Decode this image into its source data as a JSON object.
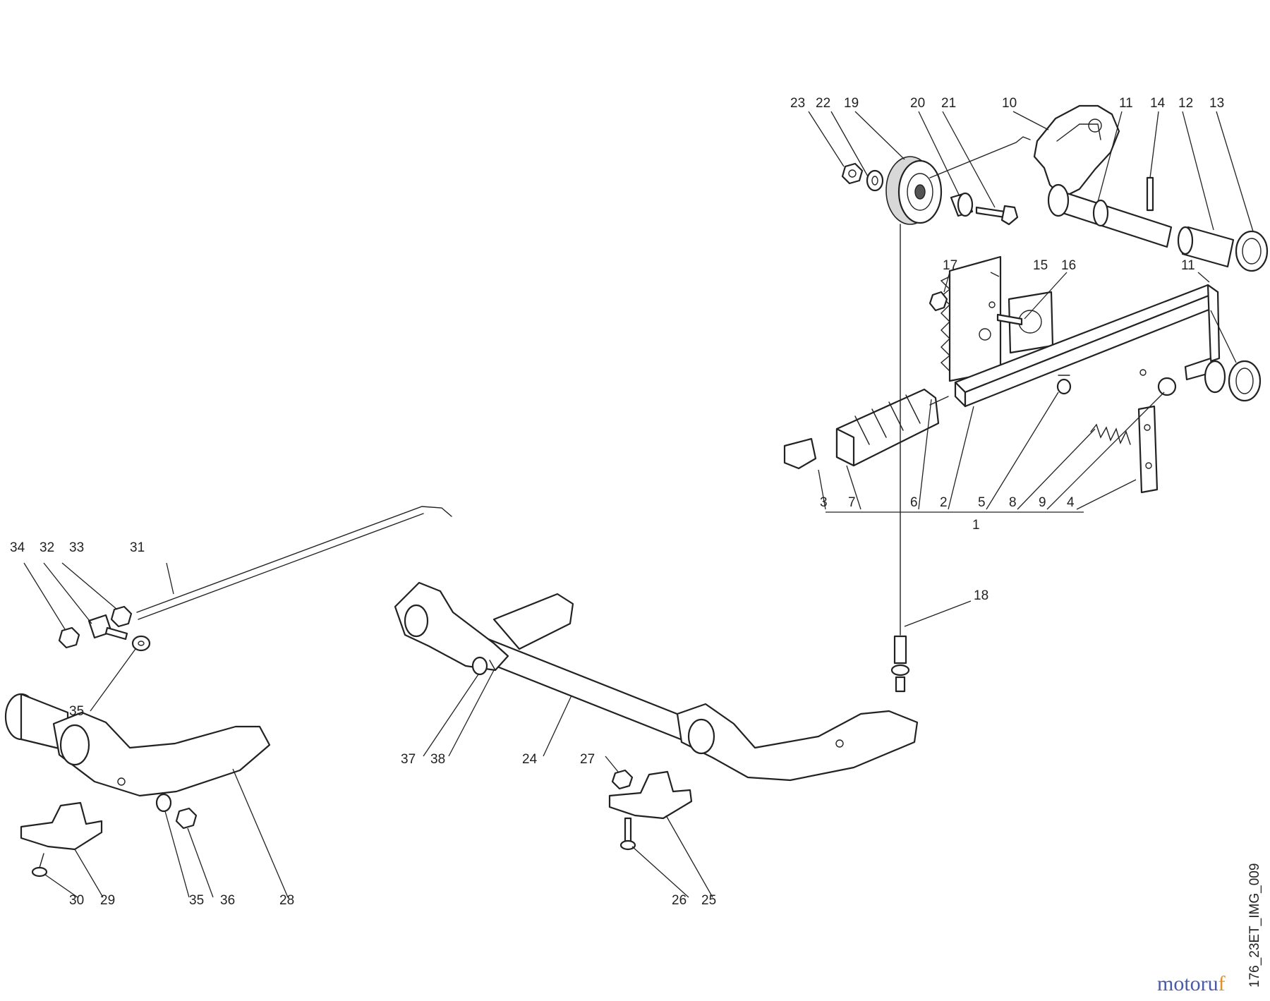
{
  "diagram": {
    "image_code": "176_23ET_IMG_009",
    "watermark": {
      "text_a": "motoru",
      "text_b": "f",
      "color_a": "#4b5aa6",
      "color_b": "#e0902a"
    },
    "callouts": [
      "1",
      "2",
      "3",
      "4",
      "5",
      "6",
      "7",
      "8",
      "9",
      "10",
      "11",
      "12",
      "13",
      "14",
      "15",
      "16",
      "17",
      "18",
      "19",
      "20",
      "21",
      "22",
      "23",
      "24",
      "25",
      "26",
      "27",
      "28",
      "29",
      "30",
      "31",
      "32",
      "33",
      "34",
      "35",
      "36",
      "37",
      "38"
    ]
  }
}
